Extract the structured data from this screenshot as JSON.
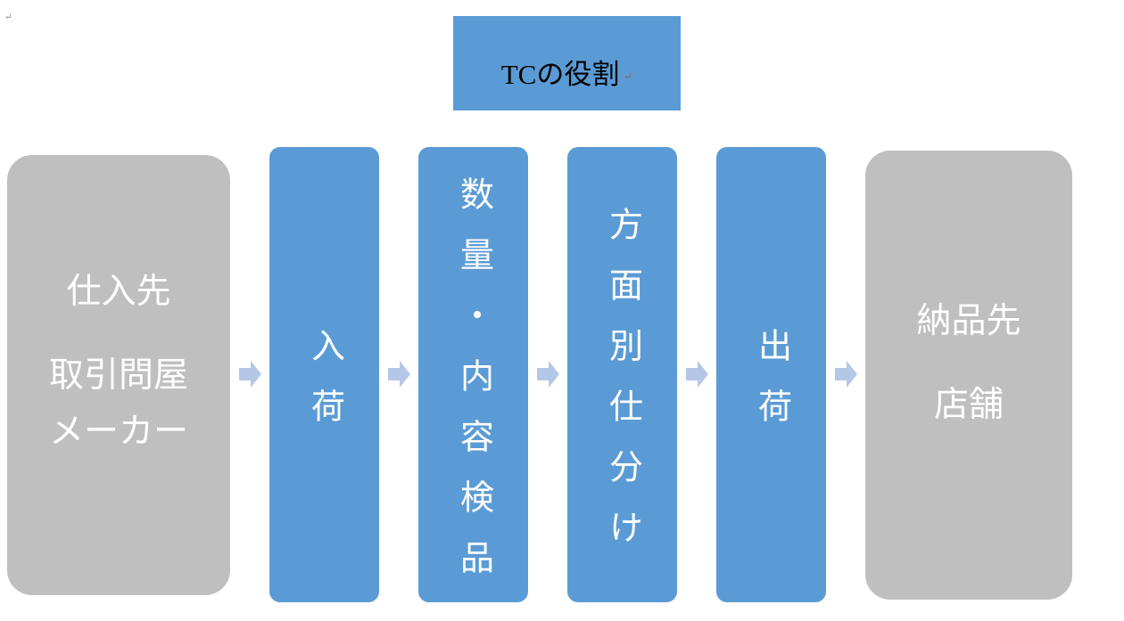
{
  "paragraph_mark": "↵",
  "title": "TCの役割",
  "source_box": {
    "lines": [
      "仕入先",
      "取引問屋",
      "メーカー"
    ]
  },
  "steps": [
    "入荷",
    "数量・内容検品",
    "方面別仕分け",
    "出荷"
  ],
  "destination_box": {
    "lines": [
      "納品先",
      "店舗"
    ]
  },
  "colors": {
    "blue": "#5b9bd5",
    "gray": "#bfbfbf",
    "arrow": "#b4c7e7"
  }
}
